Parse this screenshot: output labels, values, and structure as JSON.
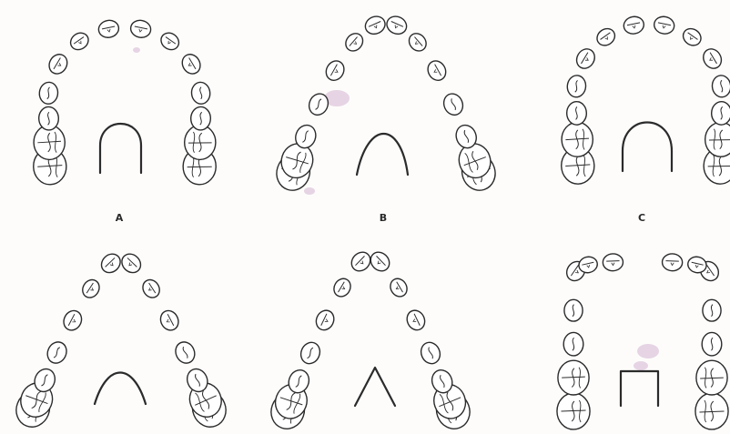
{
  "figure": {
    "ink_color": "#2b2b2b",
    "tooth_fill": "#ffffff",
    "stain_color": "#c9a4c8",
    "panels": [
      {
        "id": "A",
        "label": "A",
        "arch_shape": "square-round",
        "inset_shape": "u-shape"
      },
      {
        "id": "B",
        "label": "B",
        "arch_shape": "parabolic",
        "inset_shape": "parabola"
      },
      {
        "id": "C",
        "label": "C",
        "arch_shape": "round",
        "inset_shape": "horseshoe"
      },
      {
        "id": "D",
        "label": "",
        "arch_shape": "tapered",
        "inset_shape": "bell"
      },
      {
        "id": "E",
        "label": "",
        "arch_shape": "v-shaped",
        "inset_shape": "v-shape"
      },
      {
        "id": "F",
        "label": "",
        "arch_shape": "square",
        "inset_shape": "rectangle"
      }
    ]
  }
}
